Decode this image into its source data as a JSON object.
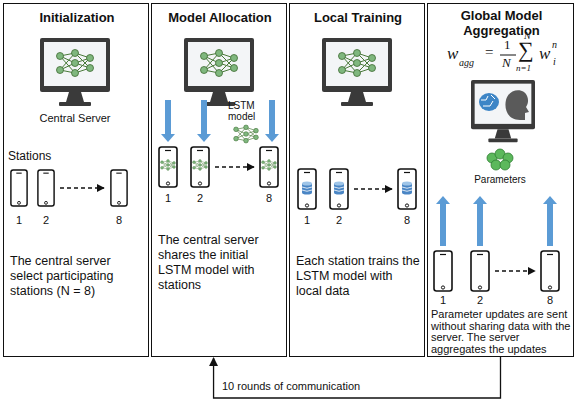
{
  "diagram": {
    "nodes": [
      {
        "text": [
          "Initialization",
          "The central server select participating stations (N = 8)"
        ]
      },
      {
        "text": [
          "Model Allocation",
          "The central server shares the initial LSTM model with stations"
        ]
      },
      {
        "text": [
          "Local Training",
          "Each station trains the LSTM model with local data"
        ]
      },
      {
        "text": [
          "Global Model Aggregation",
          "Parameter updates are sent without sharing data with the server. The server aggregates the updates"
        ]
      }
    ],
    "edges": [
      {
        "from": 3,
        "to": 1,
        "arrow": "to",
        "label": "10 rounds of communication"
      }
    ],
    "labels": [
      "Central Server",
      "Stations",
      "1",
      "2",
      "8",
      "LSTM model",
      "1",
      "2",
      "8",
      "1",
      "2",
      "8",
      "1",
      "2",
      "8",
      "Parameters",
      "w",
      "agg",
      "=",
      "1",
      "N",
      "N",
      "∑",
      "n=1",
      "w",
      "n",
      "i"
    ]
  }
}
